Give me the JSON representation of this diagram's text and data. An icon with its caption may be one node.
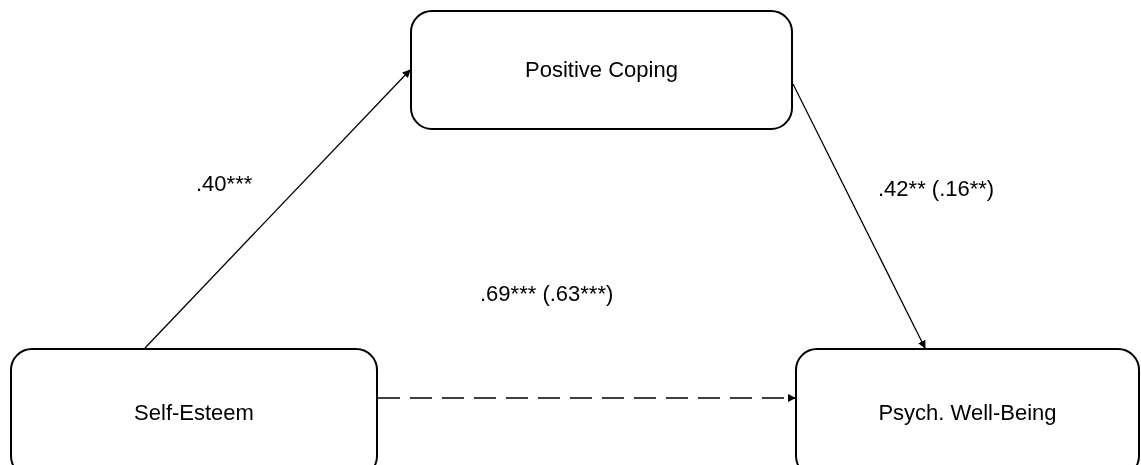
{
  "diagram": {
    "nodes": [
      {
        "text": [
          "Positive Coping"
        ]
      },
      {
        "text": [
          "Self-Esteem"
        ]
      },
      {
        "text": [
          "Psych. Well-Being"
        ]
      }
    ],
    "edges": [
      {
        "from": 1,
        "to": 0,
        "arrow": "to",
        "label": ".40***"
      },
      {
        "from": 0,
        "to": 2,
        "arrow": "to",
        "label": ".42** (.16**)"
      },
      {
        "from": 1,
        "to": 2,
        "arrow": "to",
        "label": ".69*** (.63***)",
        "style": "dashed"
      }
    ]
  }
}
